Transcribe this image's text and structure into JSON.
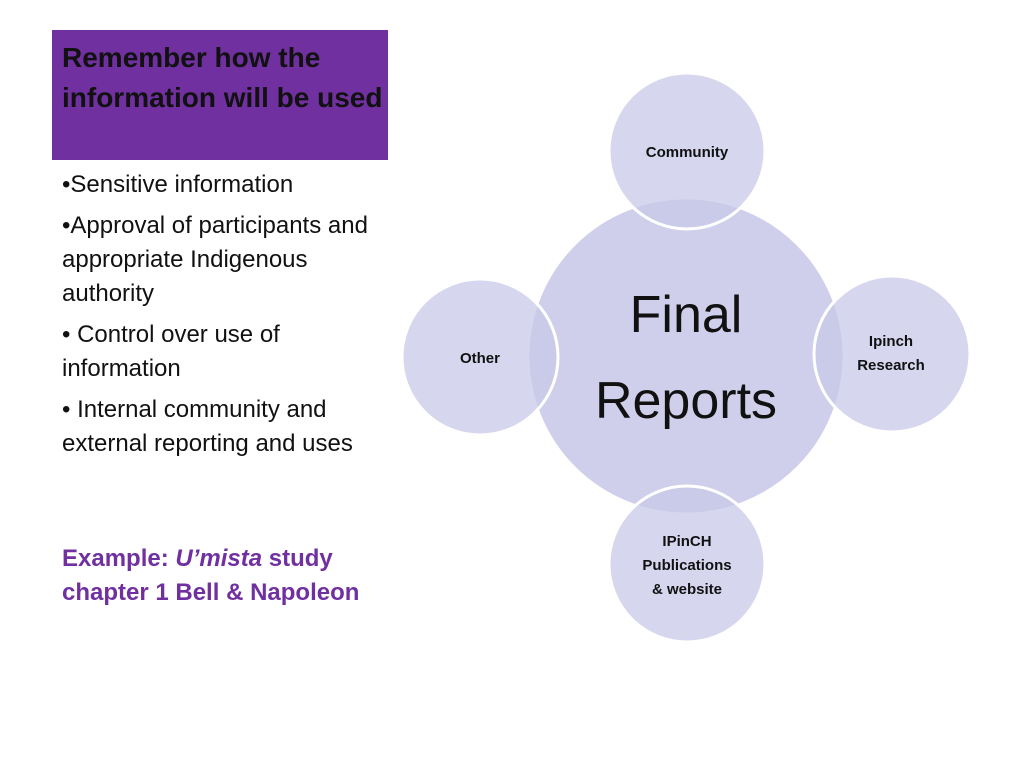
{
  "slide": {
    "title": "Remember how the information will be used",
    "bullets": [
      "•Sensitive information",
      "•Approval of participants and  appropriate Indigenous authority",
      "• Control over use of information",
      "• Internal community and external reporting and uses"
    ],
    "example": {
      "prefix": "Example: ",
      "italic": "U’mista",
      "suffix": " study chapter 1 Bell & Napoleon"
    }
  },
  "diagram": {
    "center": {
      "line1": "Final",
      "line2": "Reports"
    },
    "nodes": {
      "top": {
        "lines": [
          "Community"
        ]
      },
      "right": {
        "lines": [
          "Ipinch",
          "Research"
        ]
      },
      "bottom": {
        "lines": [
          "IPinCH",
          "Publications",
          "& website"
        ]
      },
      "left": {
        "lines": [
          "Other"
        ]
      }
    },
    "colors": {
      "center_fill": "#ccccea",
      "node_fill": "#c8c8e8",
      "outline": "#ffffff",
      "accent": "#7030a0"
    }
  }
}
